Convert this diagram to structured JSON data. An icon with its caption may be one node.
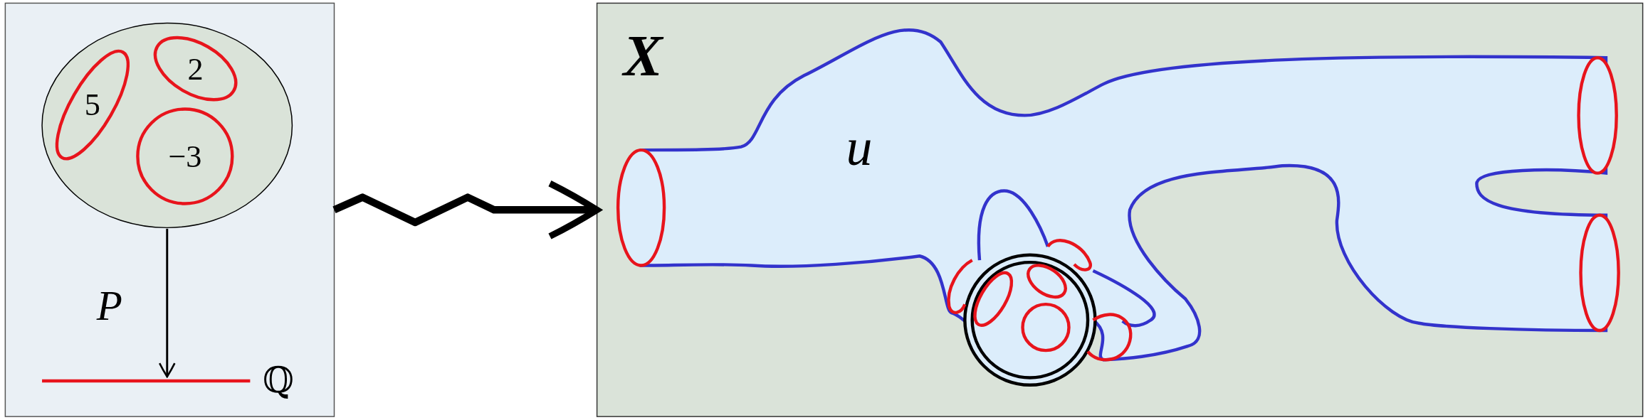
{
  "diagram": {
    "nodes": [
      {
        "text": [],
        "shape": "box"
      },
      {
        "text": [],
        "shape": "circle",
        "in": 0
      },
      {
        "text": [
          "5"
        ],
        "in": 1
      },
      {
        "text": [
          "2"
        ],
        "in": 1
      },
      {
        "text": [
          "−3"
        ],
        "in": 1
      },
      {
        "text": [],
        "shape": "bar",
        "in": 0,
        "beside": [
          "ℚ"
        ]
      },
      {
        "text": [
          "X"
        ]
      },
      {
        "text": [
          "u"
        ],
        "in": 6
      }
    ],
    "edges": [
      {
        "from": 1,
        "to": 5,
        "arrow": "to",
        "label": "P"
      },
      {
        "from": 0,
        "to": 6,
        "arrow": "to",
        "style": "thick"
      }
    ]
  }
}
